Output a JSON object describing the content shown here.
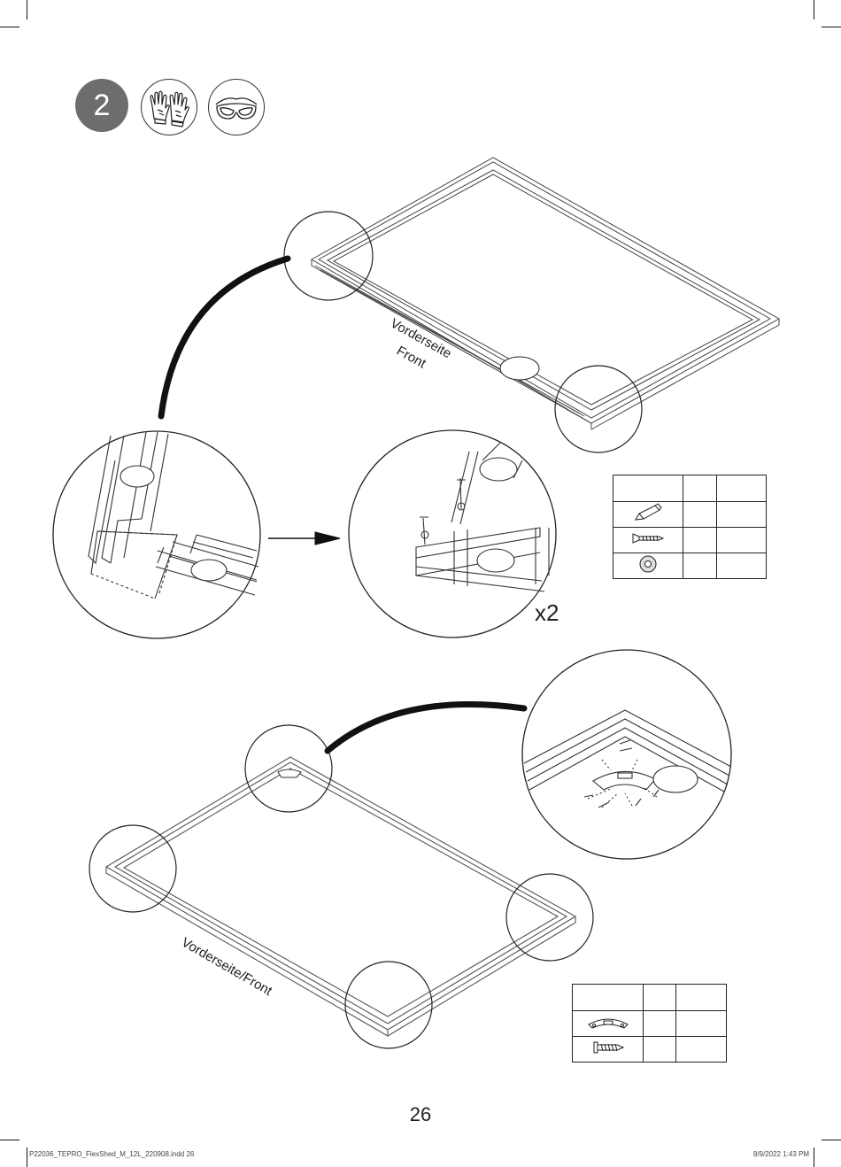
{
  "step": {
    "number": "2"
  },
  "tools": [
    {
      "name": "gloves-icon"
    },
    {
      "name": "safety-goggles-icon"
    }
  ],
  "labels": {
    "front_top_line1": "Vorderseite",
    "front_top_line2": "Front",
    "multiplier": "x2",
    "front_bottom": "Vorderseite/Front"
  },
  "parts_table_1": {
    "rows": [
      {
        "icon": "pencil-icon"
      },
      {
        "icon": "screw-icon"
      },
      {
        "icon": "washer-icon"
      }
    ]
  },
  "parts_table_2": {
    "rows": [
      {
        "icon": "corner-bracket-icon"
      },
      {
        "icon": "wood-screw-icon"
      }
    ]
  },
  "footer": {
    "page_number": "26",
    "file": "P22036_TEPRO_FlexShed_M_12L_220908.indd   26",
    "date": "8/9/2022   1:43 PM"
  }
}
